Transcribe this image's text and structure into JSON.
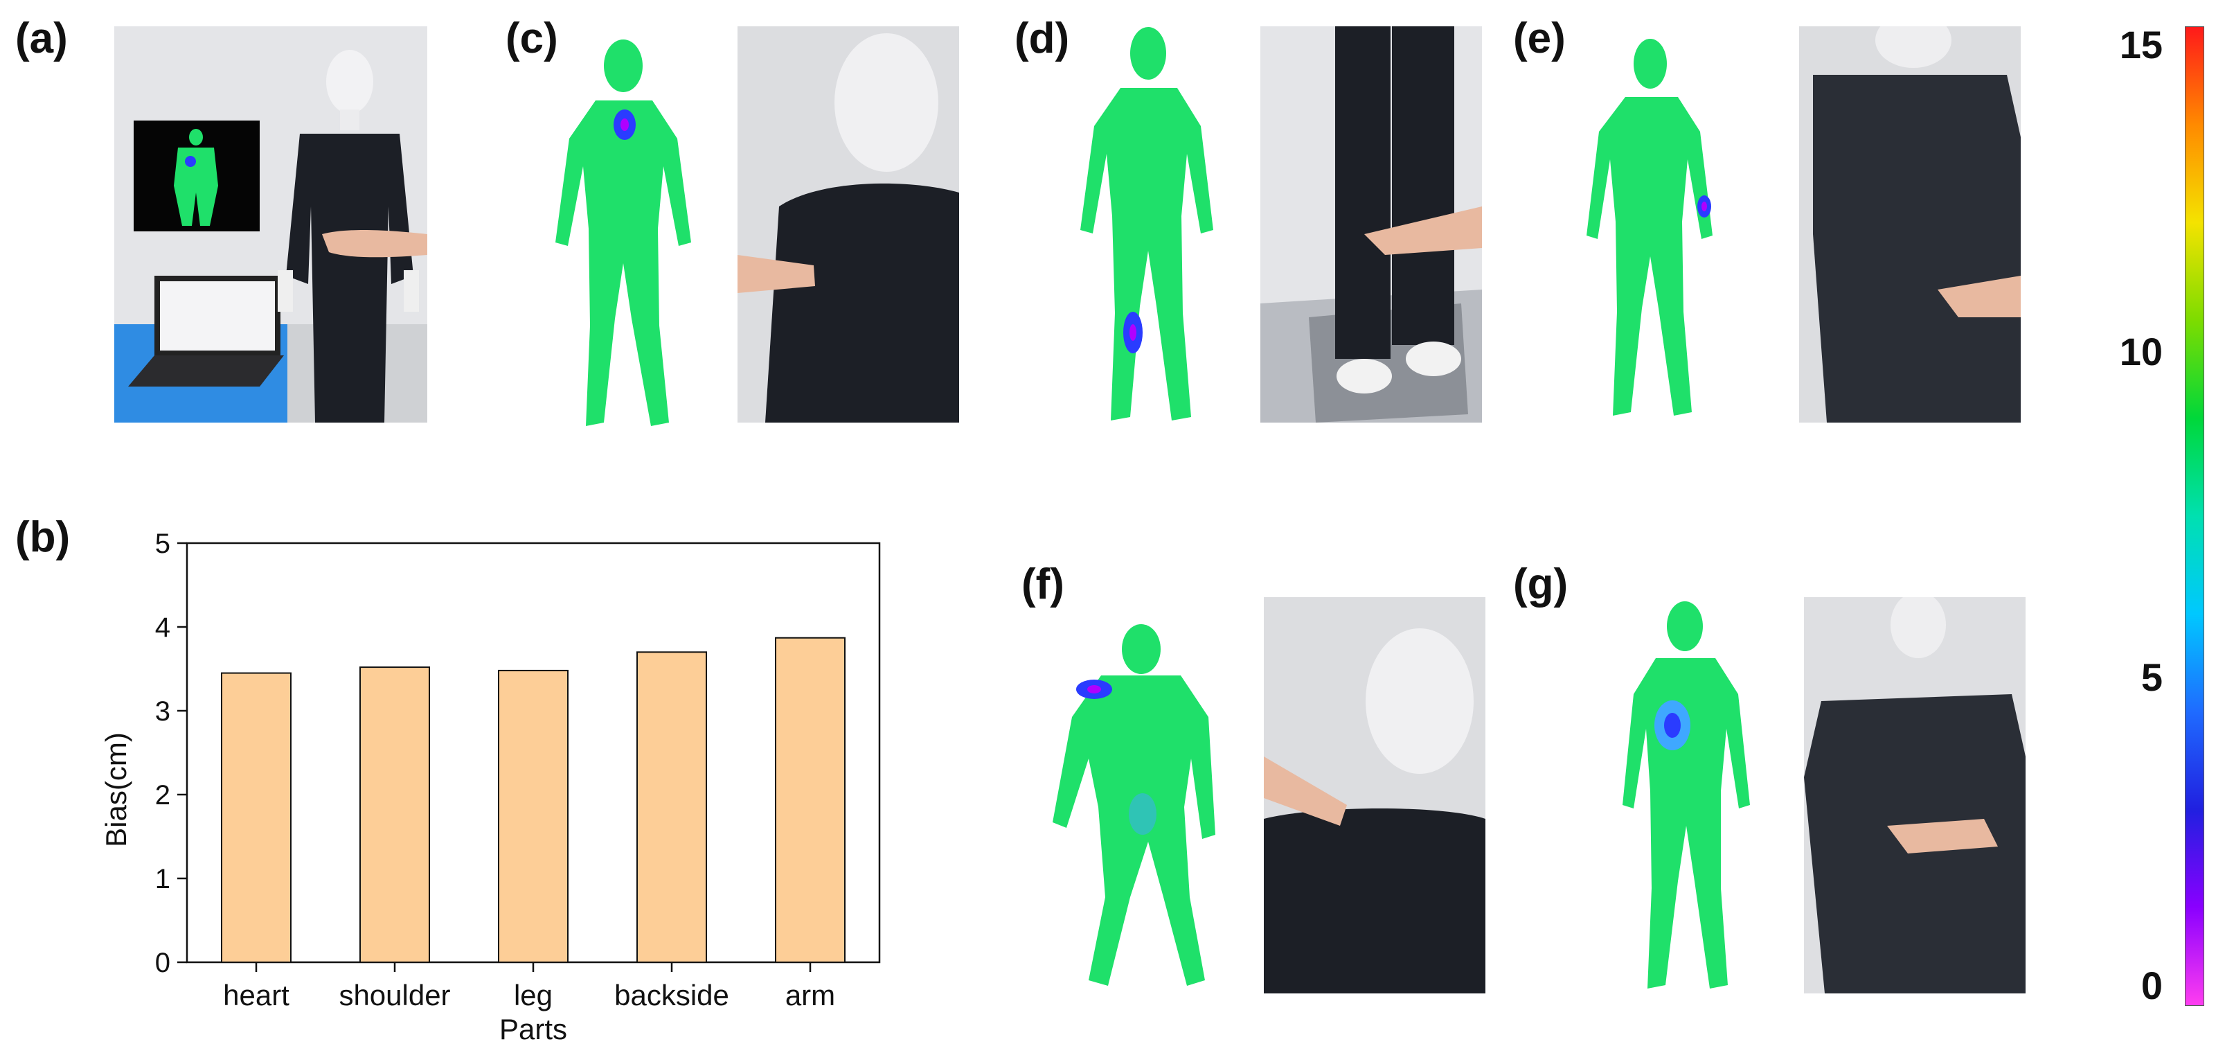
{
  "panels": {
    "a": "(a)",
    "b": "(b)",
    "c": "(c)",
    "d": "(d)",
    "e": "(e)",
    "f": "(f)",
    "g": "(g)"
  },
  "chart_data": {
    "type": "bar",
    "categories": [
      "heart",
      "shoulder",
      "leg",
      "backside",
      "arm"
    ],
    "values": [
      3.45,
      3.52,
      3.48,
      3.7,
      3.87
    ],
    "xlabel": "Parts",
    "ylabel": "Bias(cm)",
    "ylim": [
      0,
      5
    ],
    "yticks": [
      0,
      1,
      2,
      3,
      4,
      5
    ],
    "bar_color": "#FDCE97",
    "bar_edge": "#111111",
    "grid": false
  },
  "colorbar": {
    "ticks": [
      {
        "label": "15",
        "value": 15
      },
      {
        "label": "10",
        "value": 10
      },
      {
        "label": "5",
        "value": 5
      },
      {
        "label": "0",
        "value": 0
      }
    ],
    "range": [
      0,
      15
    ],
    "colors": [
      "#ff1a1a",
      "#ff8a00",
      "#f4e300",
      "#7ddc00",
      "#00d83a",
      "#00e0b0",
      "#00c8ff",
      "#1f6bff",
      "#2020e0",
      "#8a00ff",
      "#ff3df0"
    ]
  },
  "colors": {
    "body_green": "#1fe06a",
    "contact_blue": "#2a3cff",
    "garment": "#1c1f26",
    "wall": "#e3e4e6",
    "table_blue": "#2f8ce3"
  }
}
